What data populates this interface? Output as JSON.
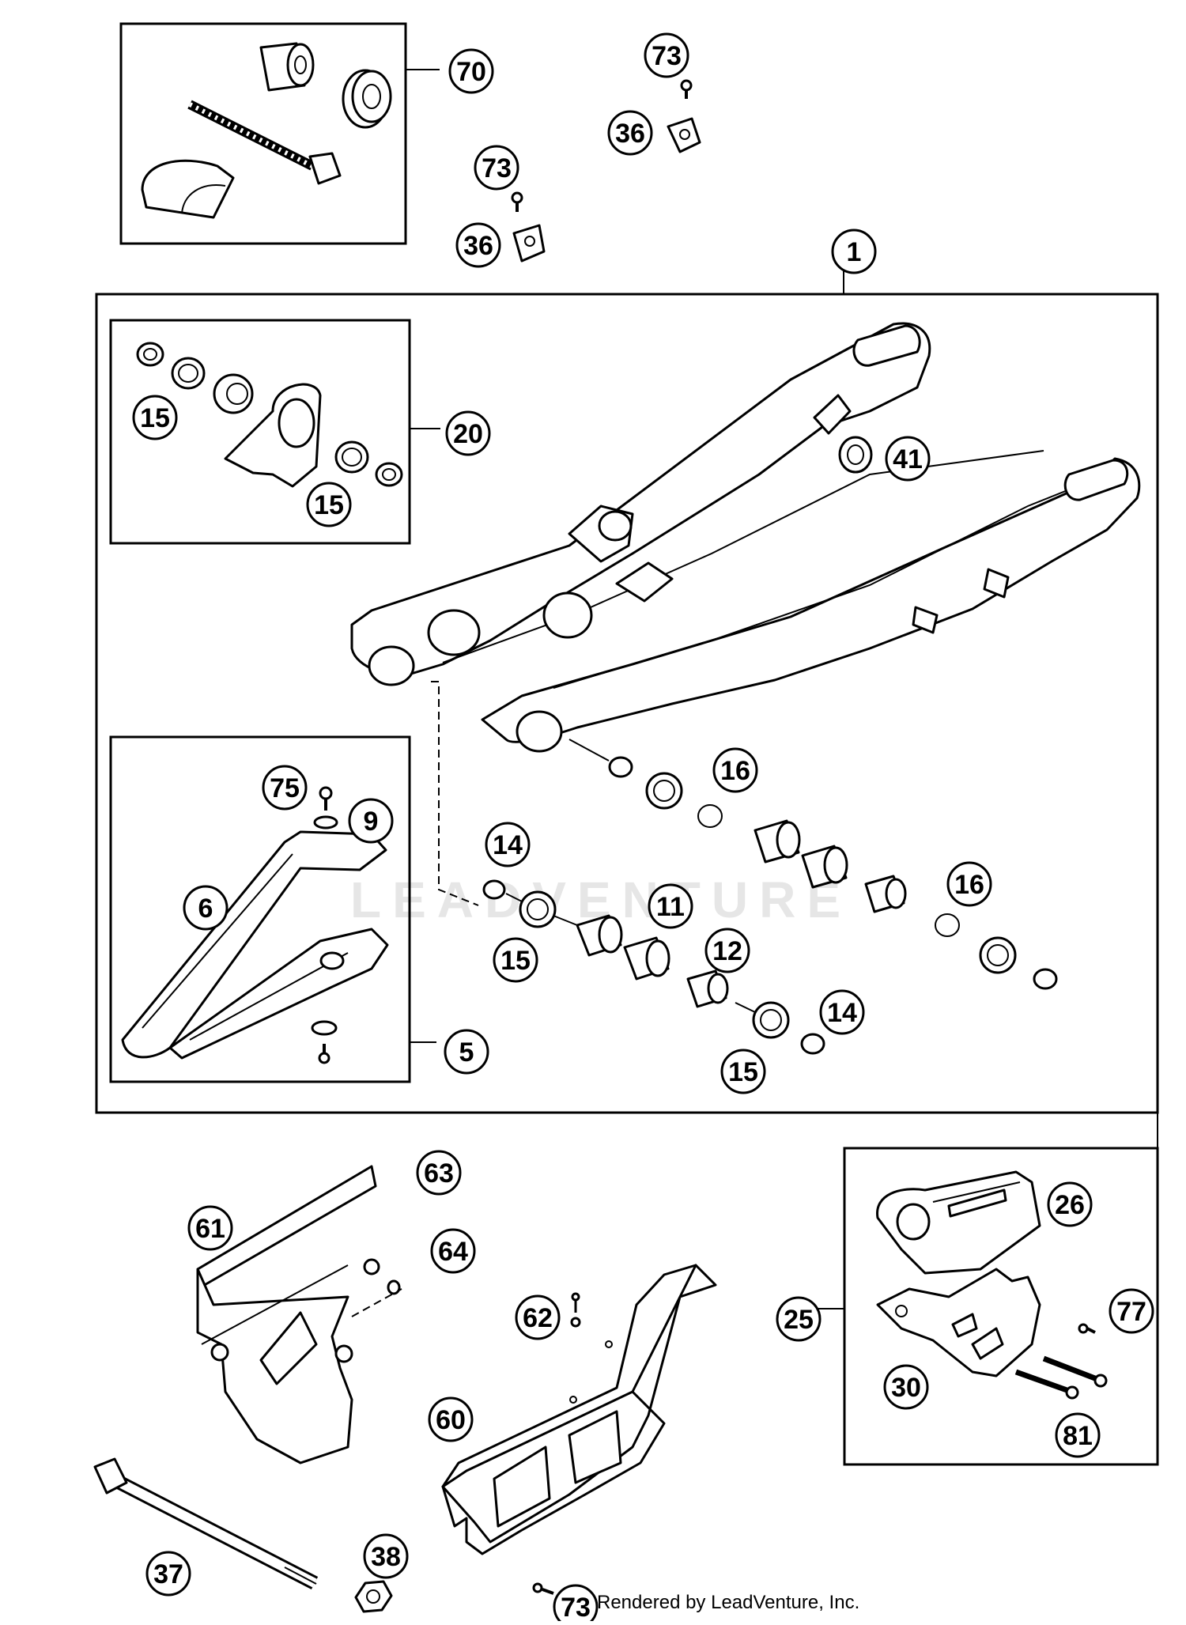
{
  "watermark": "LEADVENTURE",
  "credit": "Rendered by LeadVenture, Inc.",
  "callouts": [
    {
      "label": "70"
    },
    {
      "label": "73"
    },
    {
      "label": "36"
    },
    {
      "label": "73"
    },
    {
      "label": "36"
    },
    {
      "label": "1"
    },
    {
      "label": "20"
    },
    {
      "label": "15"
    },
    {
      "label": "15"
    },
    {
      "label": "41"
    },
    {
      "label": "16"
    },
    {
      "label": "14"
    },
    {
      "label": "11"
    },
    {
      "label": "15"
    },
    {
      "label": "12"
    },
    {
      "label": "16"
    },
    {
      "label": "14"
    },
    {
      "label": "15"
    },
    {
      "label": "75"
    },
    {
      "label": "9"
    },
    {
      "label": "6"
    },
    {
      "label": "5"
    },
    {
      "label": "63"
    },
    {
      "label": "64"
    },
    {
      "label": "61"
    },
    {
      "label": "62"
    },
    {
      "label": "60"
    },
    {
      "label": "37"
    },
    {
      "label": "38"
    },
    {
      "label": "73"
    },
    {
      "label": "26"
    },
    {
      "label": "25"
    },
    {
      "label": "77"
    },
    {
      "label": "30"
    },
    {
      "label": "81"
    }
  ]
}
